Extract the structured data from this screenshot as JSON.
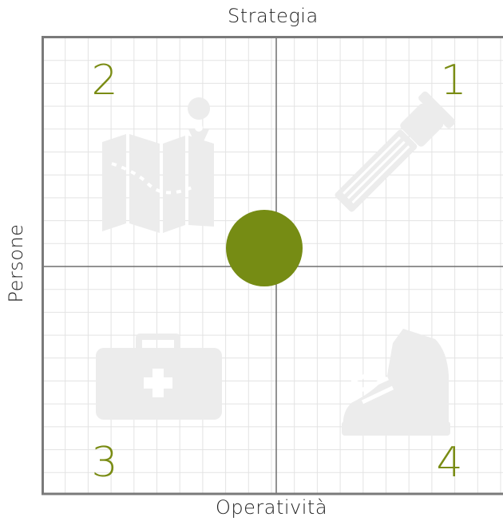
{
  "labels": {
    "top": "Strategia",
    "bottom": "Operatività",
    "left": "Persone"
  },
  "quadrants": [
    {
      "number": "1",
      "icon": "flashlight-icon"
    },
    {
      "number": "2",
      "icon": "map-icon"
    },
    {
      "number": "3",
      "icon": "first-aid-kit-icon"
    },
    {
      "number": "4",
      "icon": "hiking-boot-icon"
    }
  ],
  "colors": {
    "accent": "#768c14",
    "grid": "#e3e3e3",
    "axis": "#6e6e6e",
    "icon": "#ececec"
  }
}
